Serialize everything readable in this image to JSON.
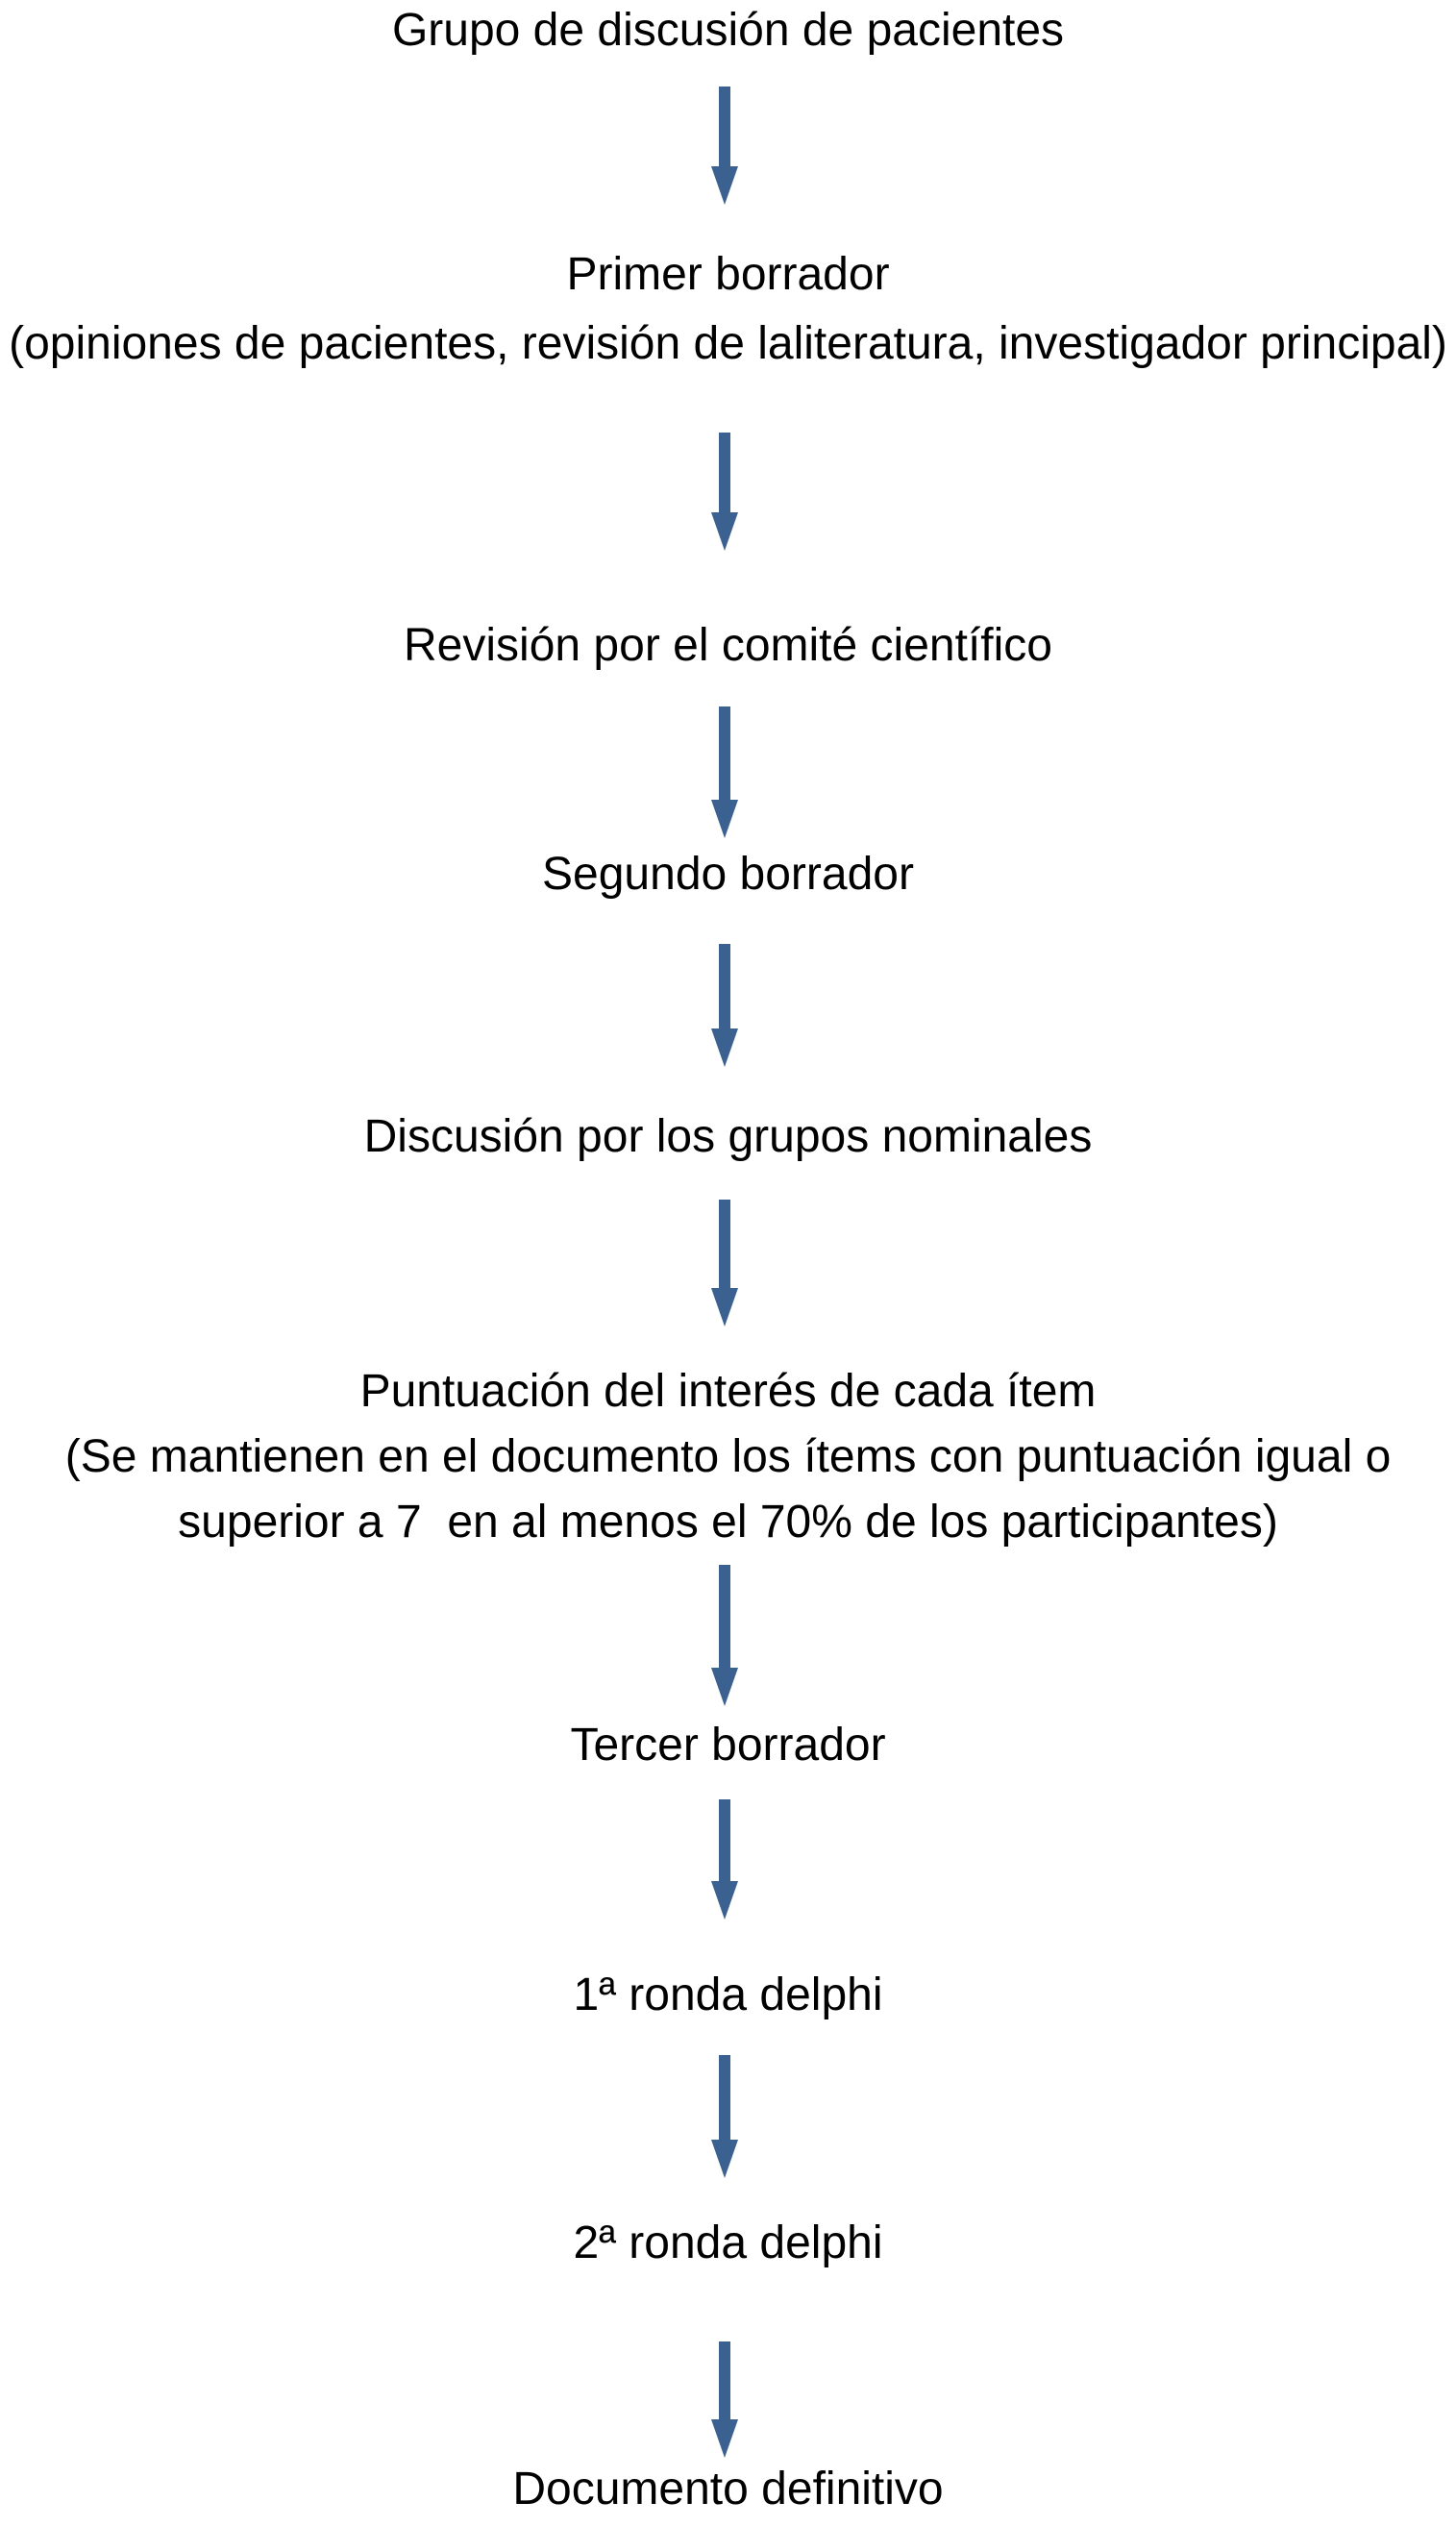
{
  "figure": {
    "type": "flowchart",
    "direction": "top-down",
    "background_color": "#FFFFFF",
    "text_color": "#000000",
    "arrow_color": "#3B6190",
    "arrow_glyph": "down-arrow",
    "steps": [
      {
        "label": "Grupo de discusión de pacientes"
      },
      {
        "label": "Primer borrador",
        "detail": "(opiniones de pacientes, revisión de laliteratura, investigador principal)"
      },
      {
        "label": "Revisión por el comité científico"
      },
      {
        "label": "Segundo borrador"
      },
      {
        "label": "Discusión por los grupos nominales"
      },
      {
        "label": "Puntuación del interés de cada ítem",
        "detail_line_1": "(Se mantienen en el documento los ítems con puntuación igual o",
        "detail_line_2": "superior a 7  en al menos el 70% de los participantes)"
      },
      {
        "label": "Tercer borrador"
      },
      {
        "label": "1ª ronda delphi"
      },
      {
        "label": "2ª ronda delphi"
      },
      {
        "label": "Documento definitivo"
      }
    ]
  }
}
